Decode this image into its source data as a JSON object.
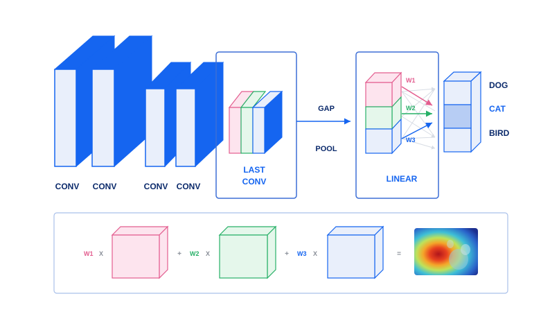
{
  "colors": {
    "blue": "#1565f0",
    "blue_face": "#e9effb",
    "box_border": "#3d6fd6",
    "pink": "#e35d8f",
    "pink_face": "#fde4ee",
    "green": "#27b067",
    "green_face": "#e5f7eb",
    "navy_text": "#0b2a6b",
    "cat_highlight": "#b7cdf4",
    "gray_text": "#8a8f99"
  },
  "pipeline": {
    "conv_labels": [
      "CONV",
      "CONV",
      "CONV",
      "CONV"
    ],
    "last_conv": [
      "LAST",
      "CONV"
    ],
    "gap_label": "GAP",
    "pool_label": "POOL",
    "linear_label": "LINEAR",
    "weights": [
      "W1",
      "W2",
      "W3"
    ]
  },
  "outputs": [
    {
      "label": "DOG",
      "highlighted": false
    },
    {
      "label": "CAT",
      "highlighted": true
    },
    {
      "label": "BIRD",
      "highlighted": false
    }
  ],
  "formula": {
    "terms": [
      {
        "weight": "W1",
        "times": "X",
        "color": "pink"
      },
      {
        "weight": "W2",
        "times": "X",
        "color": "green"
      },
      {
        "weight": "W3",
        "times": "X",
        "color": "blue"
      }
    ],
    "plus": "+",
    "equals": "="
  },
  "icons": [
    "heatmap-image-icon",
    "arrow-right-icon"
  ]
}
